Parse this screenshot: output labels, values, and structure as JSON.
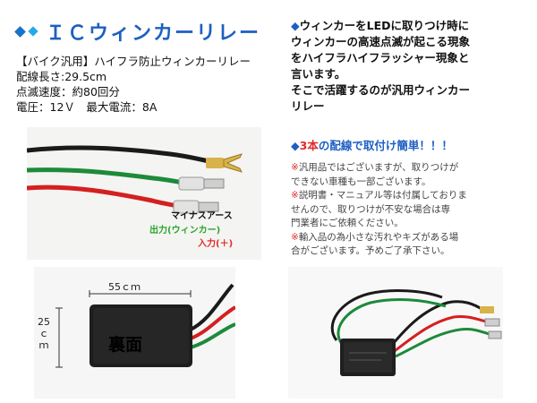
{
  "title": {
    "text": "ＩＣウィンカーリレー"
  },
  "spec": {
    "line1": "【バイク汎用】ハイフラ防止ウィンカーリレー",
    "line2": "配線長さ:29.5cm",
    "line3": "点滅速度：約80回分",
    "line4": "電圧：12Ｖ　最大電流：8A"
  },
  "photo1_labels": {
    "minus": "マイナスアース",
    "output": "出力(ウィンカー)",
    "input": "入力(＋)"
  },
  "photo2_labels": {
    "width": "55ｃｍ",
    "height_num": "25",
    "height_unit_c": "ｃ",
    "height_unit_m": "ｍ",
    "back_label": "裏面"
  },
  "description": {
    "line1": "ウィンカーをLEDに取りつけ時に",
    "line2": "ウィンカーの高速点滅が起こる現象",
    "line3": "をハイフラハイフラッシャー現象と",
    "line4": "言います。",
    "line5": "そこで活躍するのが汎用ウィンカー",
    "line6": "リレー"
  },
  "headline": {
    "prefix": "◆",
    "num": "3本",
    "rest": "の配線で取付け簡単！！！"
  },
  "notes": {
    "n1a": "※",
    "n1": "汎用品ではございますが、取りつけが",
    "n1b": "できない車種も一部ございます。",
    "n2a": "※",
    "n2": "説明書・マニュアル等は付属しておりま",
    "n2b": "せんので、取りつけが不安な場合は専",
    "n2c": "門業者にご依頼ください。",
    "n3a": "※",
    "n3": "輸入品の為小さな汚れやキズがある場",
    "n3b": "合がございます。予めご了承下さい。"
  },
  "colors": {
    "title_blue": "#1d5fc2",
    "accent_red": "#e02a2a",
    "output_green": "#2aa52a"
  }
}
